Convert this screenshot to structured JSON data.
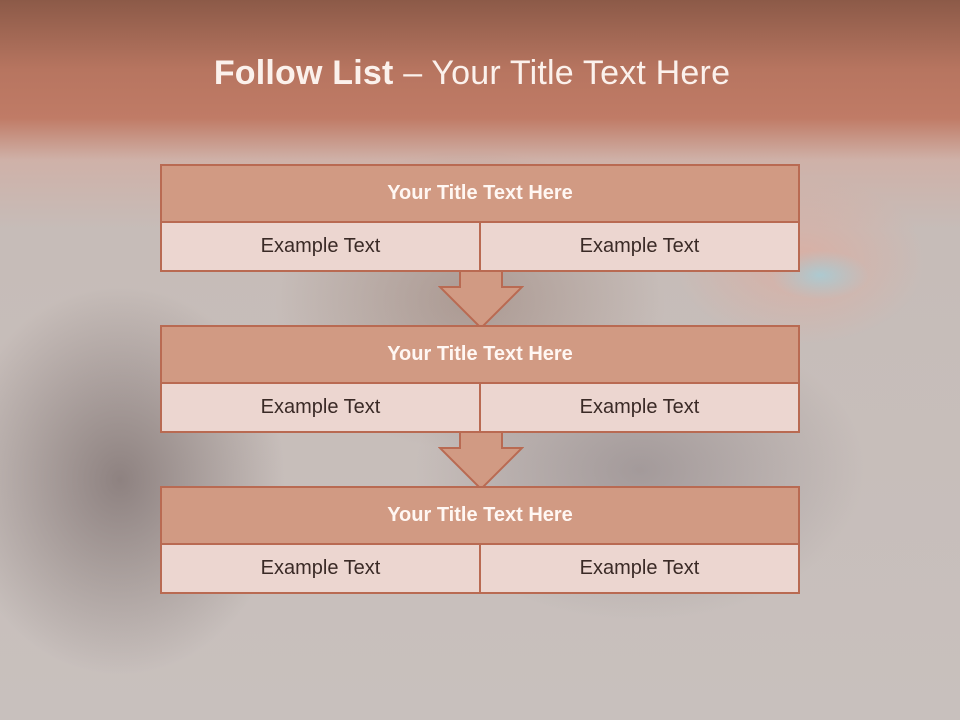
{
  "slide": {
    "title_bold": "Follow List",
    "title_rest": "  – Your Title Text Here"
  },
  "steps": [
    {
      "title": "Your Title Text Here",
      "left": "Example Text",
      "right": "Example Text"
    },
    {
      "title": "Your Title Text Here",
      "left": "Example Text",
      "right": "Example Text"
    },
    {
      "title": "Your Title Text Here",
      "left": "Example Text",
      "right": "Example Text"
    }
  ],
  "colors": {
    "accent": "#b96a52",
    "header_fill": "#d19a83",
    "cell_fill": "#ecd6d0"
  },
  "icons": [
    "arrow-down-icon",
    "arrow-down-icon"
  ]
}
